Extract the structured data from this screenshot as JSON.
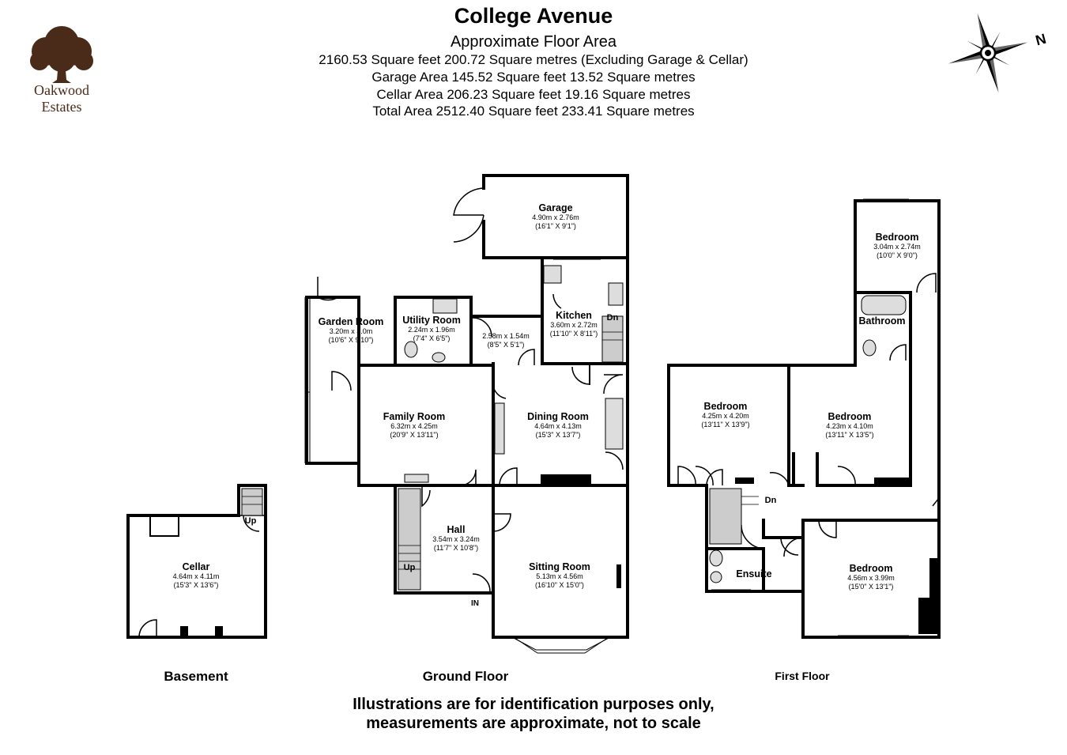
{
  "header": {
    "title": "College Avenue",
    "subtitle": "Approximate Floor Area",
    "area_lines": [
      "2160.53 Square feet 200.72 Square metres (Excluding Garage & Cellar)",
      "Garage Area 145.52 Square feet 13.52 Square metres",
      "Cellar Area 206.23 Square feet 19.16 Square metres",
      "Total Area 2512.40 Square feet 233.41 Square metres"
    ]
  },
  "logo": {
    "line1": "Oakwood",
    "line2": "Estates",
    "icon": "oak-tree-icon",
    "color": "#4a2a18"
  },
  "compass": {
    "label": "N",
    "icon": "compass-rose-icon"
  },
  "rooms": {
    "garage": {
      "name": "Garage",
      "metric": "4.90m x 2.76m",
      "imperial": "(16'1\" X 9'1\")"
    },
    "garden_room": {
      "name": "Garden Room",
      "metric": "3.20m x 3.0m",
      "imperial": "(10'6\" X 9'10\")"
    },
    "utility_room": {
      "name": "Utility Room",
      "metric": "2.24m x 1.96m",
      "imperial": "(7'4\" X 6'5\")"
    },
    "lobby": {
      "metric": "2.58m x 1.54m",
      "imperial": "(8'5\" X 5'1\")"
    },
    "kitchen": {
      "name": "Kitchen",
      "metric": "3.60m x 2.72m",
      "imperial": "(11'10\" X 8'11\")"
    },
    "family_room": {
      "name": "Family Room",
      "metric": "6.32m x 4.25m",
      "imperial": "(20'9\" X 13'11\")"
    },
    "dining_room": {
      "name": "Dining Room",
      "metric": "4.64m x 4.13m",
      "imperial": "(15'3\" X 13'7\")"
    },
    "hall": {
      "name": "Hall",
      "metric": "3.54m x 3.24m",
      "imperial": "(11'7\" X 10'8\")"
    },
    "sitting_room": {
      "name": "Sitting Room",
      "metric": "5.13m x 4.56m",
      "imperial": "(16'10\" X 15'0\")"
    },
    "cellar": {
      "name": "Cellar",
      "metric": "4.64m x 4.11m",
      "imperial": "(15'3\" X 13'6\")"
    },
    "bedroom_top": {
      "name": "Bedroom",
      "metric": "3.04m x 2.74m",
      "imperial": "(10'0\" X 9'0\")"
    },
    "bathroom": {
      "name": "Bathroom"
    },
    "bedroom_left": {
      "name": "Bedroom",
      "metric": "4.25m x 4.20m",
      "imperial": "(13'11\" X 13'9\")"
    },
    "bedroom_mid": {
      "name": "Bedroom",
      "metric": "4.23m x 4.10m",
      "imperial": "(13'11\" X 13'5\")"
    },
    "ensuite": {
      "name": "Ensuite"
    },
    "bedroom_master": {
      "name": "Bedroom",
      "metric": "4.56m x 3.99m",
      "imperial": "(15'0\" X 13'1\")"
    }
  },
  "markers": {
    "down": "Dn",
    "up": "Up",
    "entrance": "IN"
  },
  "floors": {
    "basement": "Basement",
    "ground": "Ground Floor",
    "first": "First Floor"
  },
  "disclaimer": {
    "line1": "Illustrations are for identification purposes only,",
    "line2": "measurements are approximate, not to scale"
  }
}
